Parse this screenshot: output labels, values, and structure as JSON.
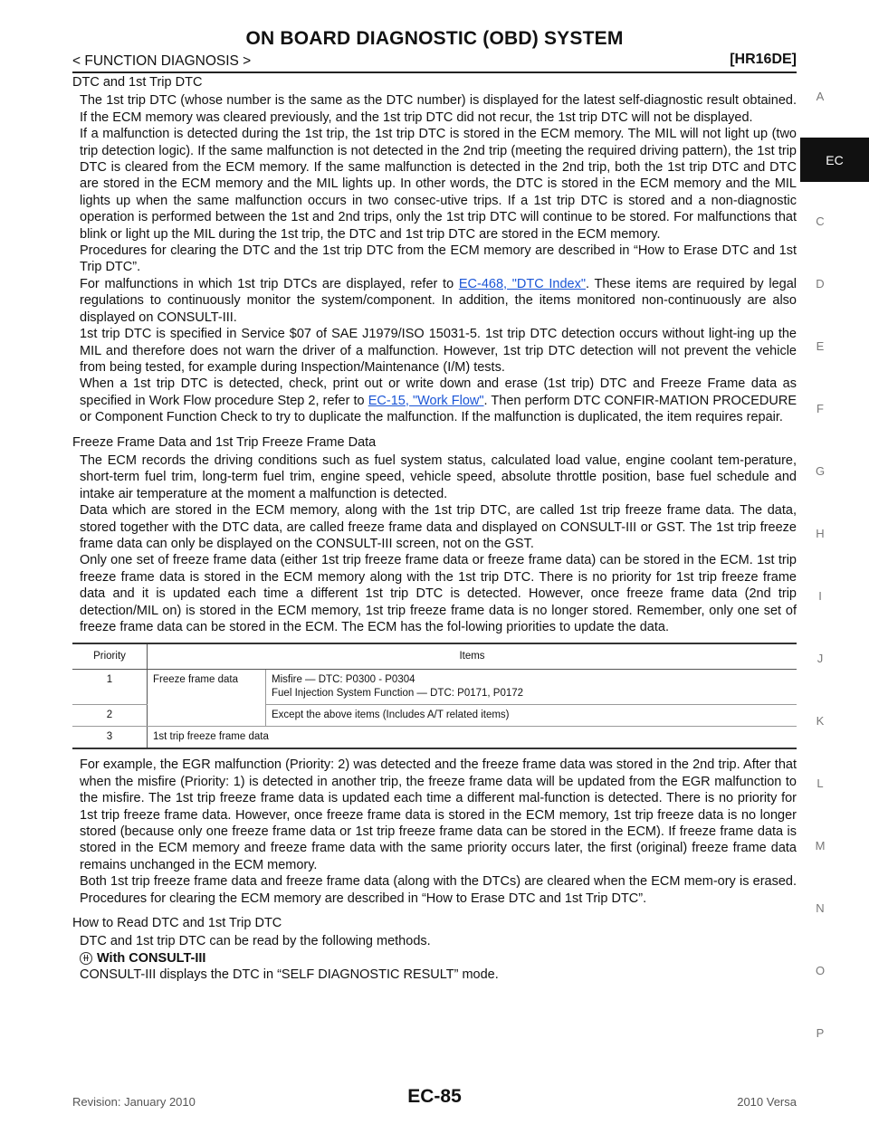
{
  "header": {
    "title": "ON BOARD DIAGNOSTIC (OBD) SYSTEM",
    "section": "< FUNCTION DIAGNOSIS >",
    "model": "[HR16DE]"
  },
  "side_index": {
    "letters": [
      "A",
      "",
      "C",
      "D",
      "E",
      "F",
      "G",
      "H",
      "I",
      "J",
      "K",
      "L",
      "M",
      "N",
      "O",
      "P"
    ],
    "active": "EC"
  },
  "sections": {
    "dtc": {
      "heading": "DTC and 1st Trip DTC",
      "p1": "The 1st trip DTC (whose number is the same as the DTC number) is displayed for the latest self-diagnostic result obtained. If the ECM memory was cleared previously, and the 1st trip DTC did not recur, the 1st trip DTC will not be displayed.",
      "p2": "If a malfunction is detected during the 1st trip, the 1st trip DTC is stored in the ECM memory. The MIL will not light up (two trip detection logic). If the same malfunction is not detected in the 2nd trip (meeting the required driving pattern), the 1st trip DTC is cleared from the ECM memory. If the same malfunction is detected in the 2nd trip, both the 1st trip DTC and DTC are stored in the ECM memory and the MIL lights up. In other words, the DTC is stored in the ECM memory and the MIL lights up when the same malfunction occurs in two consec-utive trips. If a 1st trip DTC is stored and a non-diagnostic operation is performed between the 1st and 2nd trips, only the 1st trip DTC will continue to be stored. For malfunctions that blink or light up the MIL during the 1st trip, the DTC and 1st trip DTC are stored in the ECM memory.",
      "p3": "Procedures for clearing the DTC and the 1st trip DTC from the ECM memory are described in “How to Erase DTC and 1st Trip DTC”.",
      "p4_before": "For malfunctions in which 1st trip DTCs are displayed, refer to ",
      "p4_link": "EC-468, \"DTC Index\"",
      "p4_after": ". These items are required by legal regulations to continuously monitor the system/component. In addition, the items monitored non-continuously are also displayed on CONSULT-III.",
      "p5": "1st trip DTC is specified in Service $07 of SAE J1979/ISO 15031-5. 1st trip DTC detection occurs without light-ing up the MIL and therefore does not warn the driver of a malfunction. However, 1st trip DTC detection will not prevent the vehicle from being tested, for example during Inspection/Maintenance (I/M) tests.",
      "p6_before": "When a 1st trip DTC is detected, check, print out or write down and erase (1st trip) DTC and Freeze Frame data as specified in Work Flow procedure Step 2, refer to ",
      "p6_link": "EC-15, \"Work Flow\"",
      "p6_after": ". Then perform DTC CONFIR-MATION PROCEDURE or Component Function Check to try to duplicate the malfunction. If the malfunction is duplicated, the item requires repair."
    },
    "freeze": {
      "heading": "Freeze Frame Data and 1st Trip Freeze Frame Data",
      "p1": "The ECM records the driving conditions such as fuel system status, calculated load value, engine coolant tem-perature, short-term fuel trim, long-term fuel trim, engine speed, vehicle speed, absolute throttle position, base fuel schedule and intake air temperature at the moment a malfunction is detected.",
      "p2": "Data which are stored in the ECM memory, along with the 1st trip DTC, are called 1st trip freeze frame data. The data, stored together with the DTC data, are called freeze frame data and displayed on CONSULT-III or GST. The 1st trip freeze frame data can only be displayed on the CONSULT-III screen, not on the GST.",
      "p3": "Only one set of freeze frame data (either 1st trip freeze frame data or freeze frame data) can be stored in the ECM. 1st trip freeze frame data is stored in the ECM memory along with the 1st trip DTC. There is no priority for 1st trip freeze frame data and it is updated each time a different 1st trip DTC is detected. However, once freeze frame data (2nd trip detection/MIL on) is stored in the ECM memory, 1st trip freeze frame data is no longer stored. Remember, only one set of freeze frame data can be stored in the ECM. The ECM has the fol-lowing priorities to update the data.",
      "table": {
        "col_priority": "Priority",
        "col_items": "Items",
        "row1_priority": "1",
        "row1_category": "Freeze frame data",
        "row1_item_a": "Misfire — DTC: P0300 - P0304",
        "row1_item_b": "Fuel Injection System Function — DTC: P0171, P0172",
        "row2_priority": "2",
        "row2_item": "Except the above items (Includes A/T related items)",
        "row3_priority": "3",
        "row3_category": "1st trip freeze frame data"
      },
      "p4": "For example, the EGR malfunction (Priority: 2) was detected and the freeze frame data was stored in the 2nd trip. After that when the misfire (Priority: 1) is detected in another trip, the freeze frame data will be updated from the EGR malfunction to the misfire. The 1st trip freeze frame data is updated each time a different mal-function is detected. There is no priority for 1st trip freeze frame data. However, once freeze frame data is stored in the ECM memory, 1st trip freeze data is no longer stored (because only one freeze frame data or 1st trip freeze frame data can be stored in the ECM). If freeze frame data is stored in the ECM memory and freeze frame data with the same priority occurs later, the first (original) freeze frame data remains unchanged in the ECM memory.",
      "p5": "Both 1st trip freeze frame data and freeze frame data (along with the DTCs) are cleared when the ECM mem-ory is erased. Procedures for clearing the ECM memory are described in “How to Erase DTC and 1st Trip DTC”."
    },
    "read": {
      "heading": "How to Read DTC and 1st Trip DTC",
      "p1": "DTC and 1st trip DTC can be read by the following methods.",
      "tool_label": "With CONSULT-III",
      "p2": "CONSULT-III displays the DTC in “SELF DIAGNOSTIC RESULT” mode."
    }
  },
  "footer": {
    "revision": "Revision: January 2010",
    "page": "EC-85",
    "model_year": "2010 Versa"
  }
}
